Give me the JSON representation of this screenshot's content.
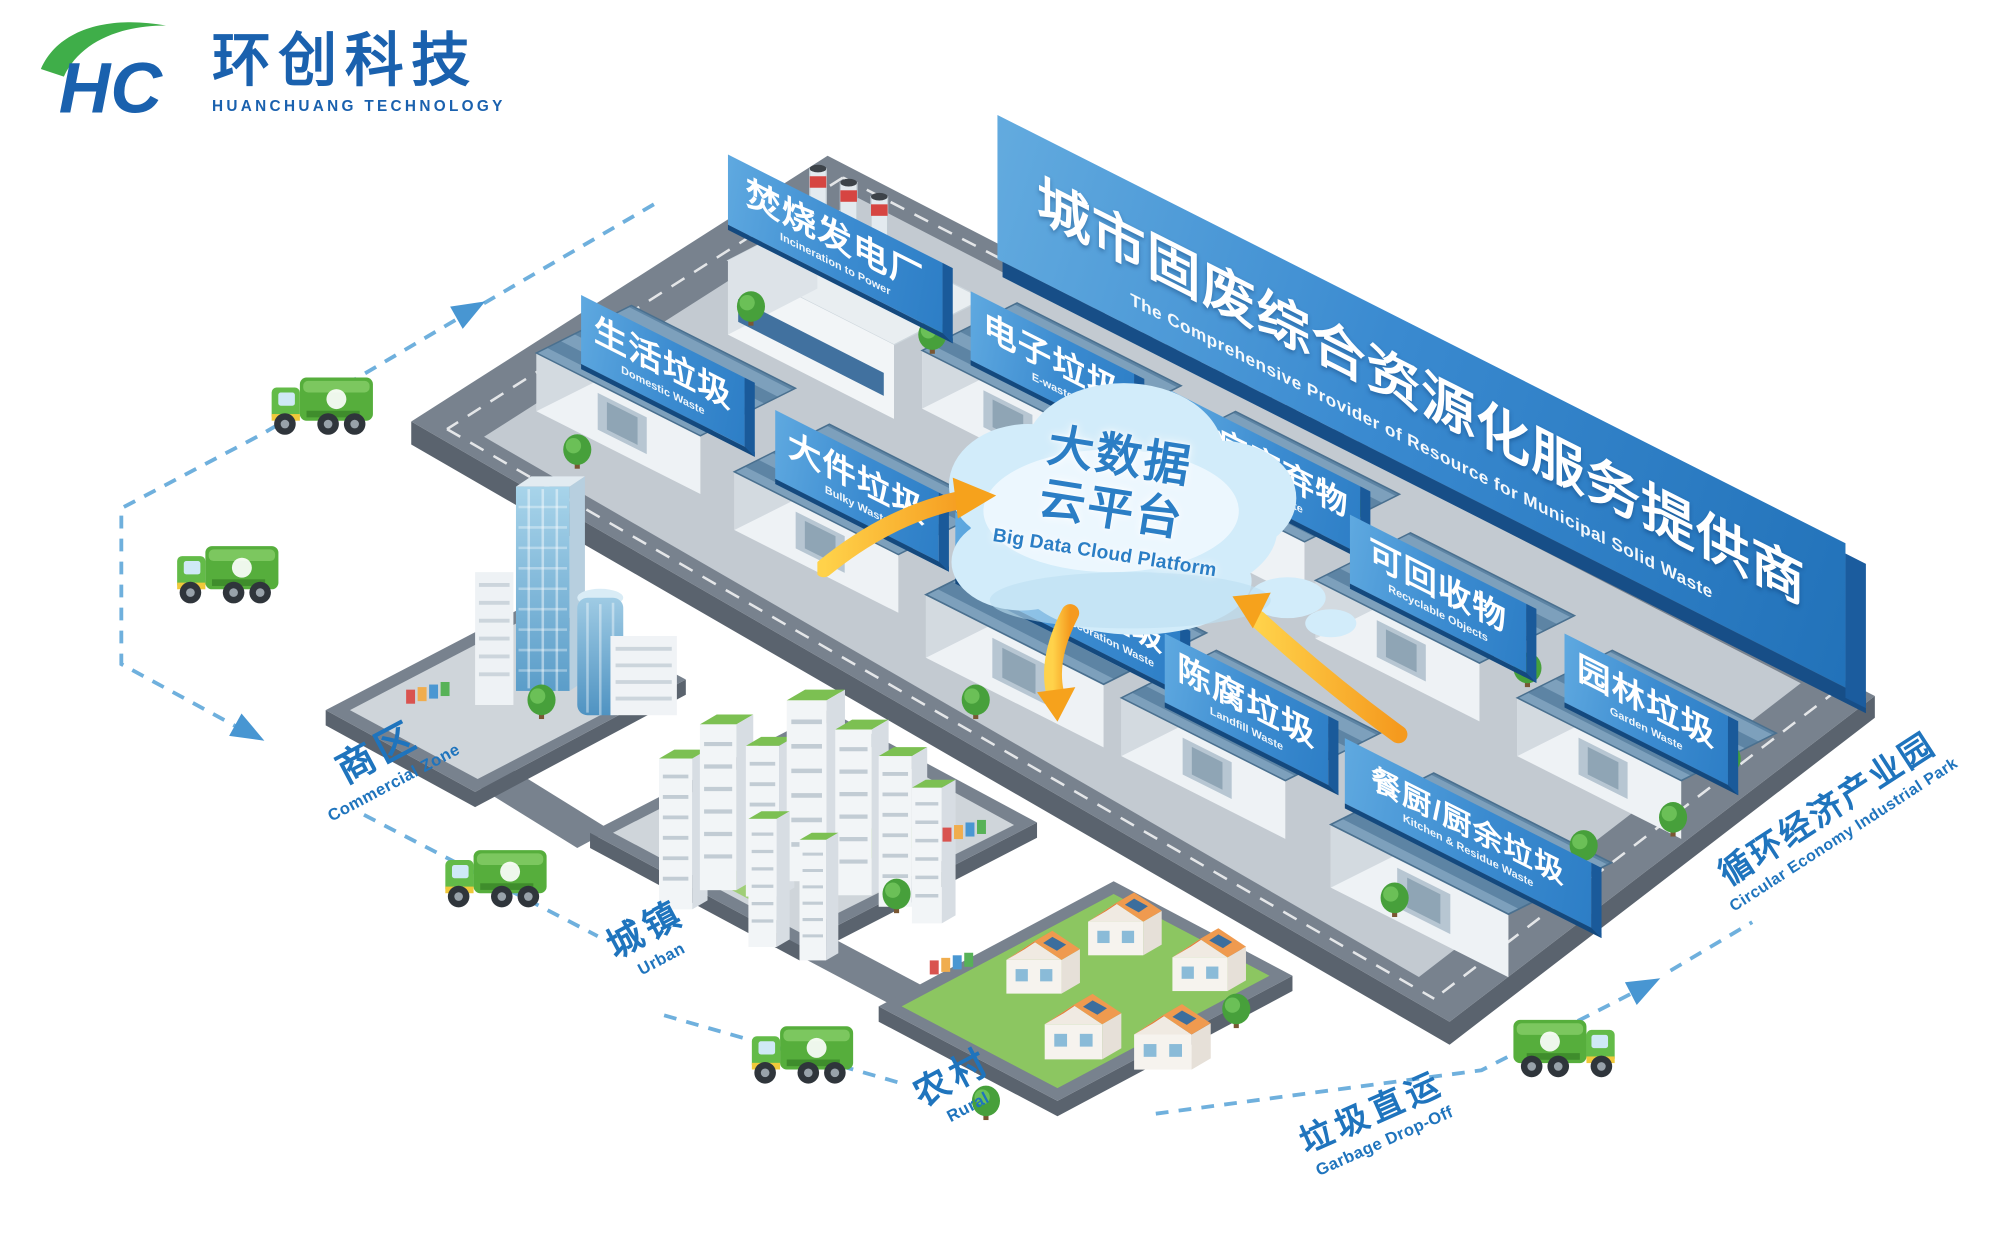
{
  "logo": {
    "mark": "HC",
    "company_zh": "环创科技",
    "company_en": "HUANCHUANG TECHNOLOGY"
  },
  "banner": {
    "title_zh": "城市固废综合资源化服务提供商",
    "subtitle_en": "The Comprehensive Provider of Resource for Municipal Solid Waste"
  },
  "cloud": {
    "line1_zh": "大数据",
    "line2_zh": "云平台",
    "en": "Big Data Cloud Platform"
  },
  "facilities": [
    {
      "id": "incineration",
      "zh": "焚烧发电厂",
      "en": "Incineration to Power"
    },
    {
      "id": "domestic-waste",
      "zh": "生活垃圾",
      "en": "Domestic Waste"
    },
    {
      "id": "e-waste",
      "zh": "电子垃圾",
      "en": "E-waste"
    },
    {
      "id": "bulky-waste",
      "zh": "大件垃圾",
      "en": "Bulky Waste"
    },
    {
      "id": "medical-waste",
      "zh": "医疗废弃物",
      "en": "Medical Waste"
    },
    {
      "id": "construction-waste",
      "zh": "建筑装修垃圾",
      "en": "Construction & Decoration Waste"
    },
    {
      "id": "recyclables",
      "zh": "可回收物",
      "en": "Recyclable Objects"
    },
    {
      "id": "aged-waste",
      "zh": "陈腐垃圾",
      "en": "Landfill Waste"
    },
    {
      "id": "garden-waste",
      "zh": "园林垃圾",
      "en": "Garden Waste"
    },
    {
      "id": "kitchen-waste",
      "zh": "餐厨/厨余垃圾",
      "en": "Kitchen & Residue Waste"
    }
  ],
  "zones": [
    {
      "id": "commercial",
      "zh": "商区",
      "en": "Commercial Zone"
    },
    {
      "id": "urban",
      "zh": "城镇",
      "en": "Urban"
    },
    {
      "id": "rural",
      "zh": "农村",
      "en": "Rural"
    },
    {
      "id": "drop-off",
      "zh": "垃圾直运",
      "en": "Garbage Drop-Off"
    },
    {
      "id": "industrial-park",
      "zh": "循环经济产业园",
      "en": "Circular Economy Industrial Park"
    }
  ],
  "colors": {
    "brand_blue": "#1a61ae",
    "brand_green": "#3fae49",
    "sign_blue": "#2d7ec6",
    "cloud_text_blue": "#2b7ec5",
    "arrow_orange": "#f6a21c",
    "truck_green": "#56ae3c",
    "route_dash_blue": "#6fb0dd",
    "platform_gray": "#78828e"
  }
}
